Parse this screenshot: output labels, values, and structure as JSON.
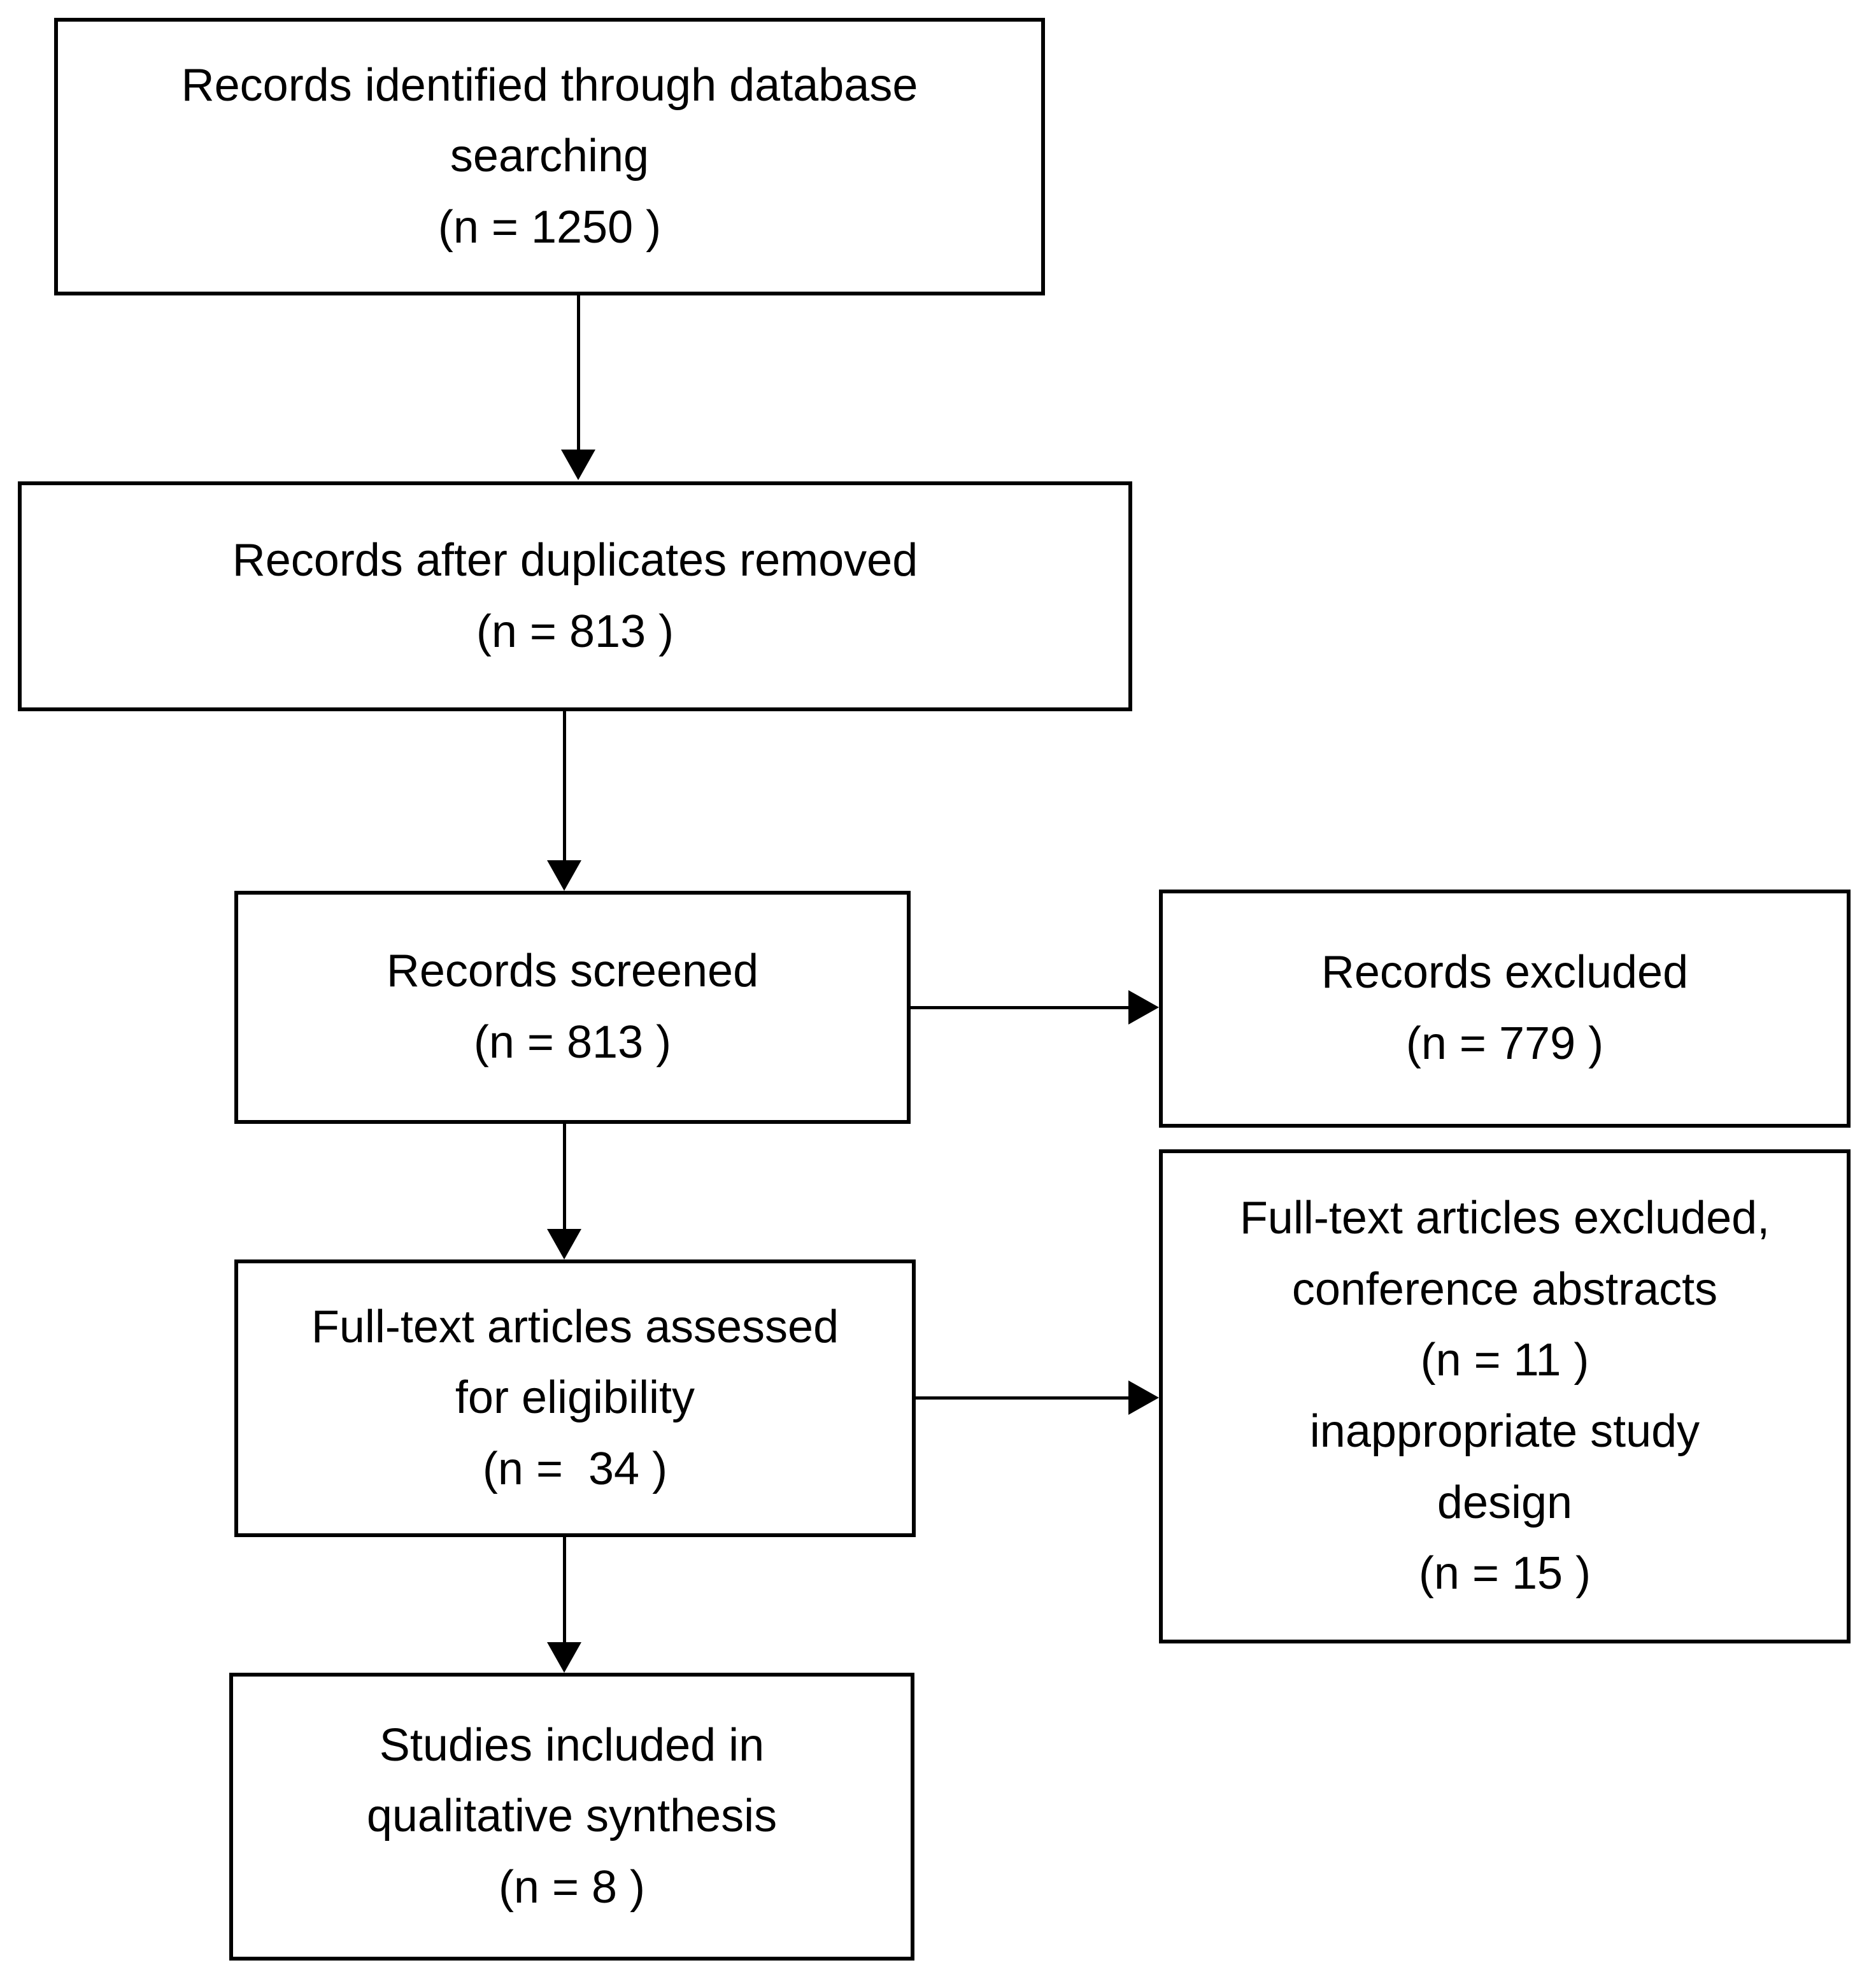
{
  "figure": {
    "type": "prisma-flow-diagram",
    "background_color": "#ffffff",
    "border_color": "#000000",
    "text_color": "#000000"
  },
  "boxes": {
    "identified": {
      "lines": [
        "Records identified through database",
        "searching",
        "(n = 1250 )"
      ]
    },
    "deduplicated": {
      "lines": [
        "Records after duplicates removed",
        "(n = 813 )"
      ]
    },
    "screened": {
      "lines": [
        "Records screened",
        "(n = 813 )"
      ]
    },
    "records_excluded": {
      "lines": [
        "Records excluded",
        "(n = 779 )"
      ]
    },
    "fulltext_assessed": {
      "lines": [
        "Full-text articles assessed",
        "for eligibility",
        "(n =  34 )"
      ]
    },
    "fulltext_excluded": {
      "lines": [
        "Full-text articles excluded,",
        "conference abstracts",
        "(n = 11 )",
        "inappropriate study",
        "design",
        "(n = 15 )"
      ]
    },
    "included": {
      "lines": [
        "Studies included in",
        "qualitative synthesis",
        "(n = 8 )"
      ]
    }
  }
}
